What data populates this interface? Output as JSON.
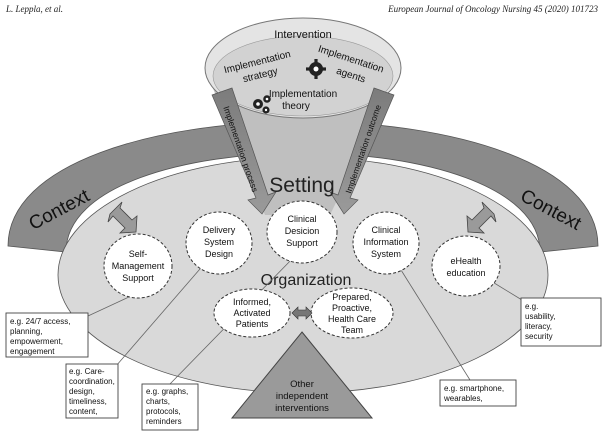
{
  "header": {
    "authors": "L. Leppla, et al.",
    "journal": "European Journal of Oncology Nursing 45 (2020) 101723"
  },
  "intervention": {
    "title": "Intervention",
    "strategy": [
      "Implementation",
      "strategy"
    ],
    "agents": [
      "Implementation",
      "agents"
    ],
    "theory": [
      "Implementation",
      "theory"
    ]
  },
  "arrows": {
    "process": "Implementation process",
    "outcome": "Implementation outcome"
  },
  "context": {
    "left": "Context",
    "right": "Context"
  },
  "setting": "Setting",
  "organization": "Organization",
  "circles": {
    "self_management": [
      "Self-",
      "Management",
      "Support"
    ],
    "delivery": [
      "Delivery",
      "System",
      "Design"
    ],
    "clinical_decision": [
      "Clinical",
      "Desicion",
      "Support"
    ],
    "clinical_info": [
      "Clinical",
      "Information",
      "System"
    ],
    "ehealth": [
      "eHealth",
      "education"
    ],
    "informed": [
      "Informed,",
      "Activated",
      "Patients"
    ],
    "prepared": [
      "Prepared,",
      "Proactive,",
      "Health Care",
      "Team"
    ]
  },
  "other": [
    "Other",
    "independent",
    "interventions"
  ],
  "boxes": {
    "self_mgmt": [
      "e.g. 24/7 access,",
      "planning,",
      "empowerment,",
      "engagement"
    ],
    "delivery": [
      "e.g. Care-",
      "coordination,",
      "design,",
      "timeliness,",
      "content,"
    ],
    "decision": [
      "e.g. graphs,",
      "charts,",
      "protocols,",
      "reminders"
    ],
    "info": [
      "e.g. smartphone,",
      "wearables,"
    ],
    "ehealth": [
      "e.g.",
      "usability,",
      "literacy,",
      "security"
    ]
  },
  "colors": {
    "context_band": "#8a8a8a",
    "ellipse": "#d9d9d9",
    "triangle": "#9a9a9a",
    "funnel_top": "#e4e4e4"
  }
}
